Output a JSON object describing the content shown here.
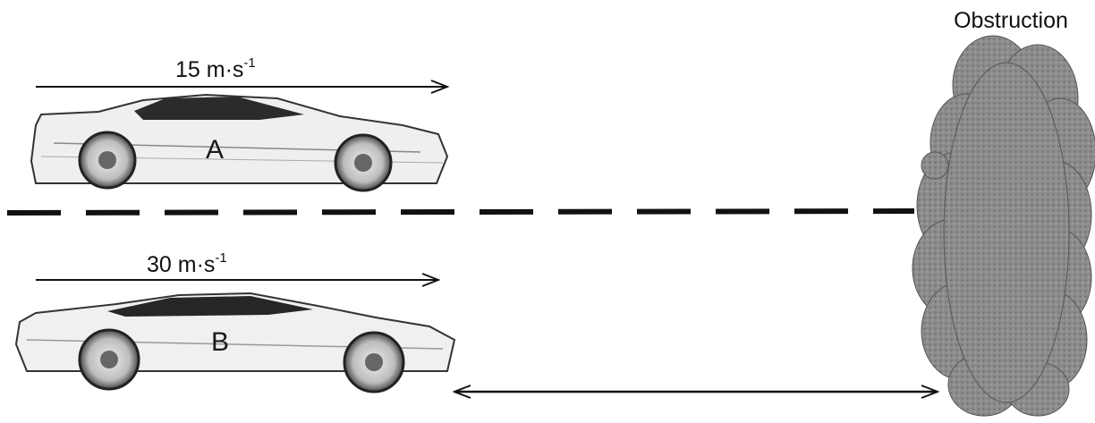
{
  "obstruction": {
    "label": "Obstruction"
  },
  "car_a": {
    "letter": "A",
    "speed_value": "15 m·s",
    "speed_exp": "-1"
  },
  "car_b": {
    "letter": "B",
    "speed_value": "30 m·s",
    "speed_exp": "-1"
  },
  "colors": {
    "ink": "#111111",
    "obstruction_fill": "#8e8e8e",
    "car_body": "#f2f2f2",
    "car_glass": "#2a2a2a"
  },
  "icons": {
    "car_a": "sports-car-icon",
    "car_b": "sedan-car-icon",
    "obstruction": "smoke-cloud-icon"
  }
}
